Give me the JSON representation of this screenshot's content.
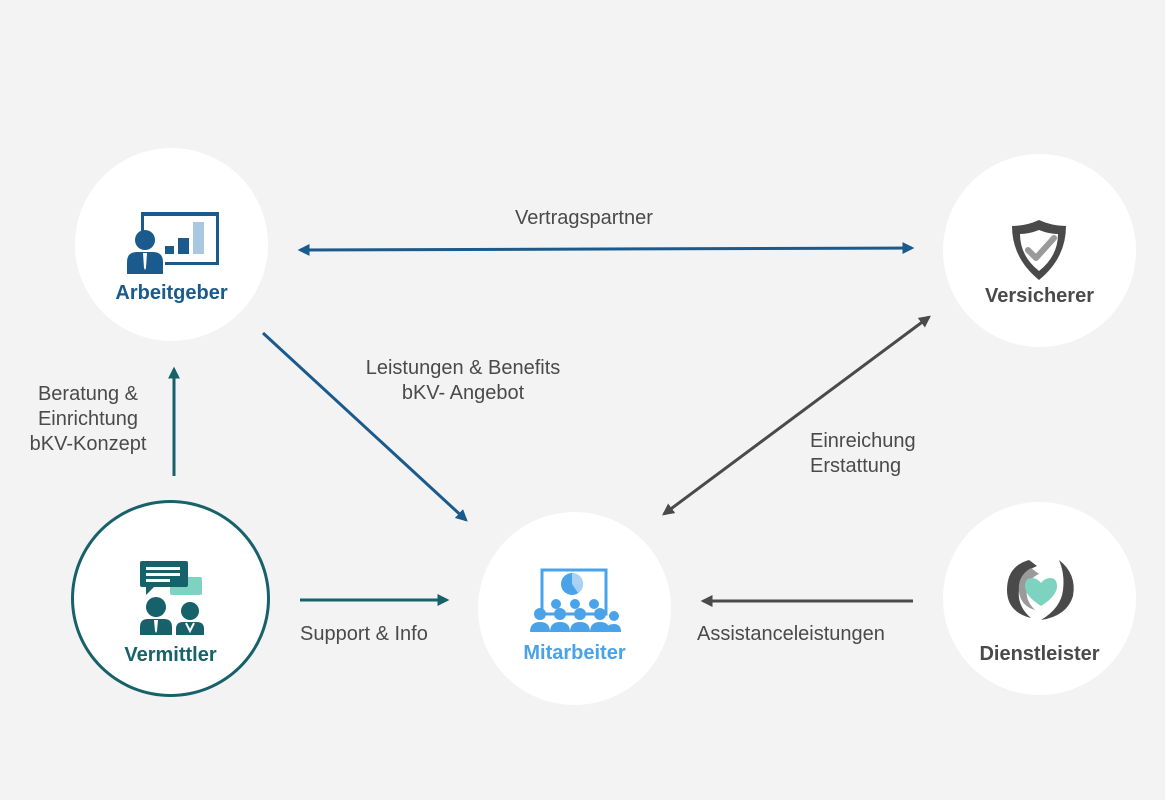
{
  "colors": {
    "background": "#f3f3f3",
    "arbeitgeber_blue": "#1a5a8c",
    "vermittler_teal": "#17616a",
    "mitarbeiter_blue": "#4aa3e8",
    "gray": "#4a4a4a",
    "mint": "#7dd3c0"
  },
  "nodes": {
    "arbeitgeber": {
      "label": "Arbeitgeber",
      "icon": "presenter-chart-icon"
    },
    "versicherer": {
      "label": "Versicherer",
      "icon": "shield-check-icon"
    },
    "vermittler": {
      "label": "Vermittler",
      "icon": "conversation-icon"
    },
    "mitarbeiter": {
      "label": "Mitarbeiter",
      "icon": "audience-presentation-icon"
    },
    "dienstleister": {
      "label": "Dienstleister",
      "icon": "hand-heart-icon"
    }
  },
  "edges": {
    "vertragspartner": {
      "label": "Vertragspartner"
    },
    "leistungen": {
      "line1": "Leistungen & Benefits",
      "line2": "bKV- Angebot"
    },
    "beratung": {
      "line1": "Beratung &",
      "line2": "Einrichtung",
      "line3": "bKV-Konzept"
    },
    "einreichung": {
      "line1": "Einreichung",
      "line2": "Erstattung"
    },
    "support": {
      "label": "Support & Info"
    },
    "assistance": {
      "label": "Assistanceleistungen"
    }
  }
}
